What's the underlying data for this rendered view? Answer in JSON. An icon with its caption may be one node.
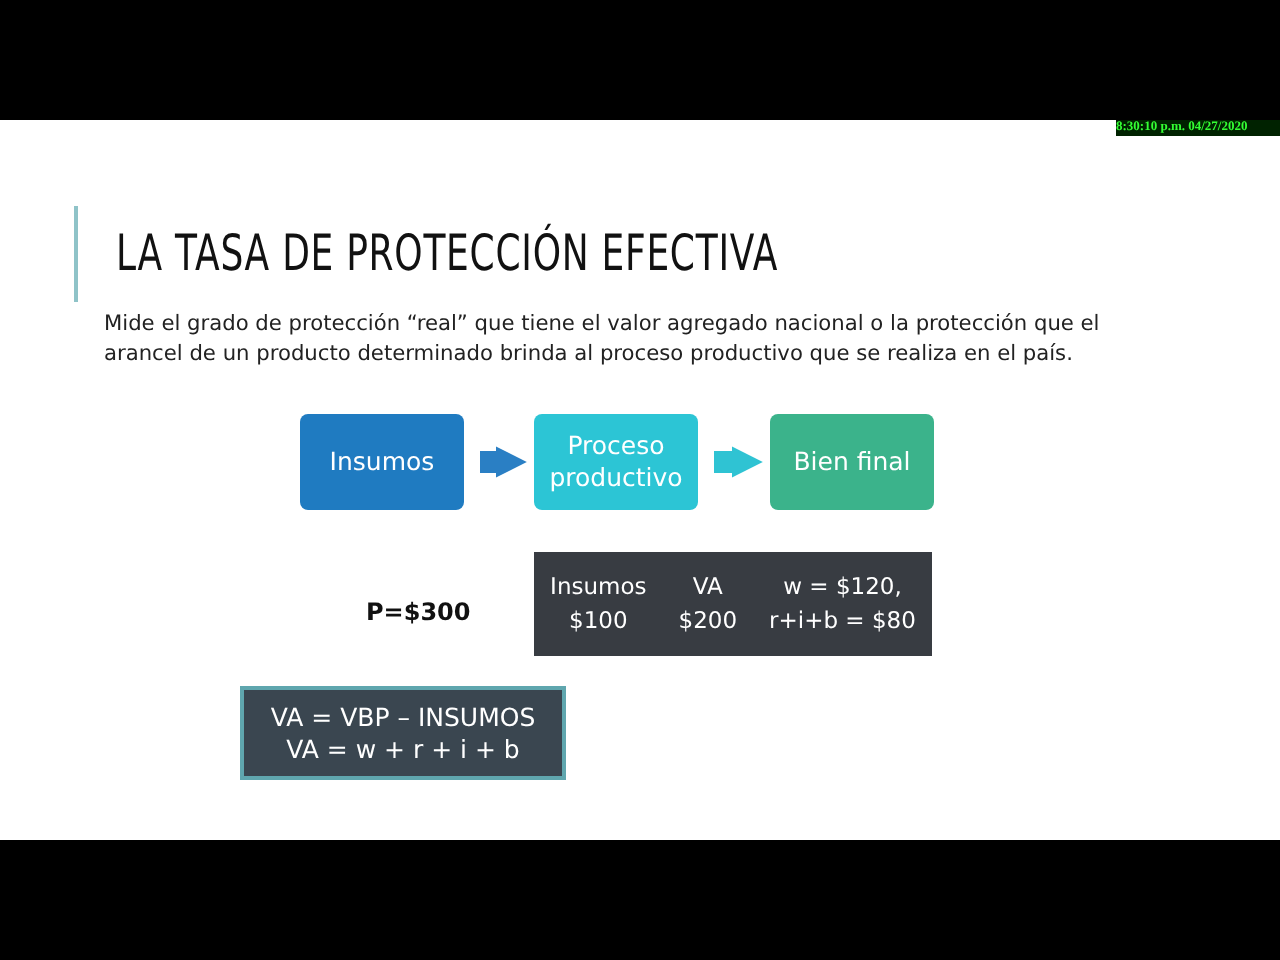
{
  "diagram": {
    "title": "LA TASA DE PROTECCIÓN EFECTIVA",
    "nodes": [
      {
        "text": [
          "Insumos"
        ]
      },
      {
        "text": [
          "Proceso productivo"
        ]
      },
      {
        "text": [
          "Bien final"
        ]
      },
      {
        "text": [
          "Insumos",
          "VA",
          "w = $120,",
          "$100",
          "$200",
          "r+i+b = $80"
        ]
      },
      {
        "text": [
          "VA = VBP – INSUMOS",
          "VA = w + r + i + b"
        ]
      }
    ],
    "edges": [
      {
        "from": 0,
        "to": 1,
        "arrow": "to",
        "color": "#2a7fc4"
      },
      {
        "from": 1,
        "to": 2,
        "arrow": "to",
        "color": "#2fc3d3"
      }
    ],
    "labels": [
      "8:30:10 p.m. 04/27/2020",
      "Mide el grado de protección “real” que tiene el valor agregado nacional o la protección que el arancel de un producto determinado brinda al proceso productivo que se realiza en el país.",
      "P=$300"
    ]
  }
}
